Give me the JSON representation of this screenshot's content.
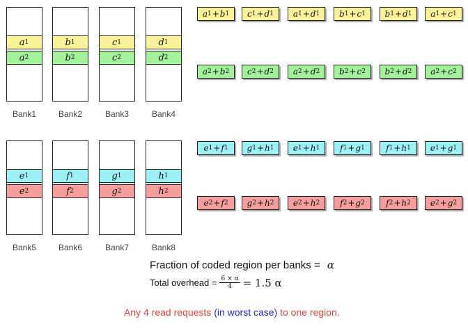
{
  "banks": [
    {
      "label": "Bank1",
      "cells": [
        {
          "v": "a",
          "i": "1",
          "color": "yellow"
        },
        {
          "v": "a",
          "i": "2",
          "color": "green"
        }
      ]
    },
    {
      "label": "Bank2",
      "cells": [
        {
          "v": "b",
          "i": "1",
          "color": "yellow"
        },
        {
          "v": "b",
          "i": "2",
          "color": "green"
        }
      ]
    },
    {
      "label": "Bank3",
      "cells": [
        {
          "v": "c",
          "i": "1",
          "color": "yellow"
        },
        {
          "v": "c",
          "i": "2",
          "color": "green"
        }
      ]
    },
    {
      "label": "Bank4",
      "cells": [
        {
          "v": "d",
          "i": "1",
          "color": "yellow"
        },
        {
          "v": "d",
          "i": "2",
          "color": "green"
        }
      ]
    },
    {
      "label": "Bank5",
      "cells": [
        {
          "v": "e",
          "i": "1",
          "color": "cyan"
        },
        {
          "v": "e",
          "i": "2",
          "color": "red"
        }
      ]
    },
    {
      "label": "Bank6",
      "cells": [
        {
          "v": "f",
          "i": "1",
          "color": "cyan"
        },
        {
          "v": "f",
          "i": "2",
          "color": "red"
        }
      ]
    },
    {
      "label": "Bank7",
      "cells": [
        {
          "v": "g",
          "i": "1",
          "color": "cyan"
        },
        {
          "v": "g",
          "i": "2",
          "color": "red"
        }
      ]
    },
    {
      "label": "Bank8",
      "cells": [
        {
          "v": "h",
          "i": "1",
          "color": "cyan"
        },
        {
          "v": "h",
          "i": "2",
          "color": "red"
        }
      ]
    }
  ],
  "coded_rows": [
    {
      "color": "yellow",
      "items": [
        [
          "a",
          "1",
          "b",
          "1"
        ],
        [
          "c",
          "1",
          "d",
          "1"
        ],
        [
          "a",
          "1",
          "d",
          "1"
        ],
        [
          "b",
          "1",
          "c",
          "1"
        ],
        [
          "b",
          "1",
          "d",
          "1"
        ],
        [
          "a",
          "1",
          "c",
          "1"
        ]
      ]
    },
    {
      "color": "green",
      "items": [
        [
          "a",
          "2",
          "b",
          "2"
        ],
        [
          "c",
          "2",
          "d",
          "2"
        ],
        [
          "a",
          "2",
          "d",
          "2"
        ],
        [
          "b",
          "2",
          "c",
          "2"
        ],
        [
          "b",
          "2",
          "d",
          "2"
        ],
        [
          "a",
          "2",
          "c",
          "2"
        ]
      ]
    },
    {
      "color": "cyan",
      "items": [
        [
          "e",
          "1",
          "f",
          "1"
        ],
        [
          "g",
          "1",
          "h",
          "1"
        ],
        [
          "e",
          "1",
          "h",
          "1"
        ],
        [
          "f",
          "1",
          "g",
          "1"
        ],
        [
          "f",
          "1",
          "h",
          "1"
        ],
        [
          "e",
          "1",
          "g",
          "1"
        ]
      ]
    },
    {
      "color": "red",
      "items": [
        [
          "e",
          "2",
          "f",
          "2"
        ],
        [
          "g",
          "2",
          "h",
          "2"
        ],
        [
          "e",
          "2",
          "h",
          "2"
        ],
        [
          "f",
          "2",
          "g",
          "2"
        ],
        [
          "f",
          "2",
          "h",
          "2"
        ],
        [
          "e",
          "2",
          "g",
          "2"
        ]
      ]
    }
  ],
  "colors": {
    "yellow": "#fbf39a",
    "green": "#a4f19c",
    "cyan": "#9ef0f5",
    "red": "#f49e9e",
    "red_text": "#e0453f",
    "blue_text": "#1f2fc0"
  },
  "fraction_line": {
    "text": "Fraction of coded region per banks =",
    "symbol": "α"
  },
  "overhead_line": {
    "label": "Total overhead =",
    "numerator": "6 × α",
    "denominator": "4",
    "result": "= 1.5 α"
  },
  "footer": {
    "part1": "Any 4 read requests ",
    "part2": "(in worst case)",
    "part3": " to one region."
  }
}
